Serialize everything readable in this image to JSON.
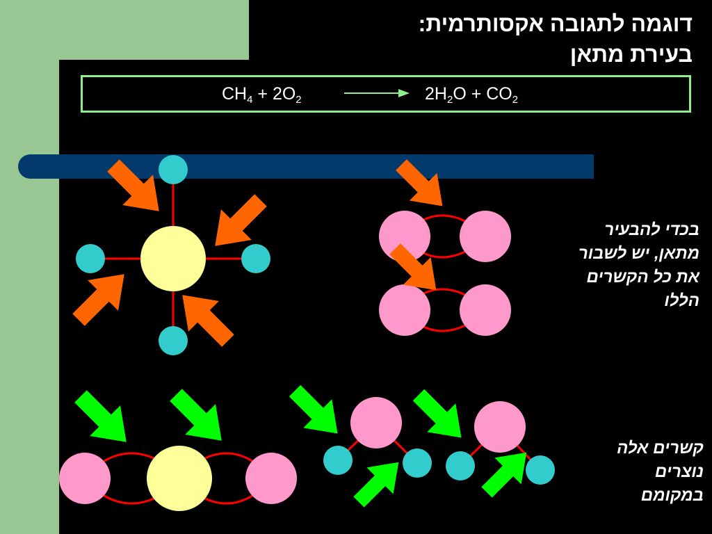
{
  "slide": {
    "title_lines": [
      "דוגמה לתגובה אקסותרמית:",
      "בעירת מתאן"
    ],
    "equation": {
      "reactants": [
        {
          "base": "CH",
          "sub": "4",
          "tail": " + 2O",
          "sub2": "2"
        }
      ],
      "products": [
        {
          "base": "2H",
          "sub": "2",
          "tail": "O + CO",
          "sub2": "2"
        }
      ]
    },
    "note_break_lines": [
      "בכדי להבעיר",
      "מתאן, יש לשבור",
      "את כל הקשרים",
      "הללו"
    ],
    "note_form_lines": [
      "קשרים אלה",
      "נוצרים",
      "במקומם"
    ]
  },
  "colors": {
    "background": "#000000",
    "side_green": "#99C794",
    "band_blue": "#013A6B",
    "carbon": "#FFFF99",
    "oxygen": "#FF99CC",
    "hydrogen": "#33CCCC",
    "bond": "#FF0000",
    "break_arrow": "#FF6600",
    "form_arrow": "#00FF00",
    "box_border": "#8CF08C"
  },
  "icons": {
    "break_arrow": "orange-arrow-icon",
    "form_arrow": "green-arrow-icon",
    "reaction_arrow": "reaction-arrow-icon"
  }
}
